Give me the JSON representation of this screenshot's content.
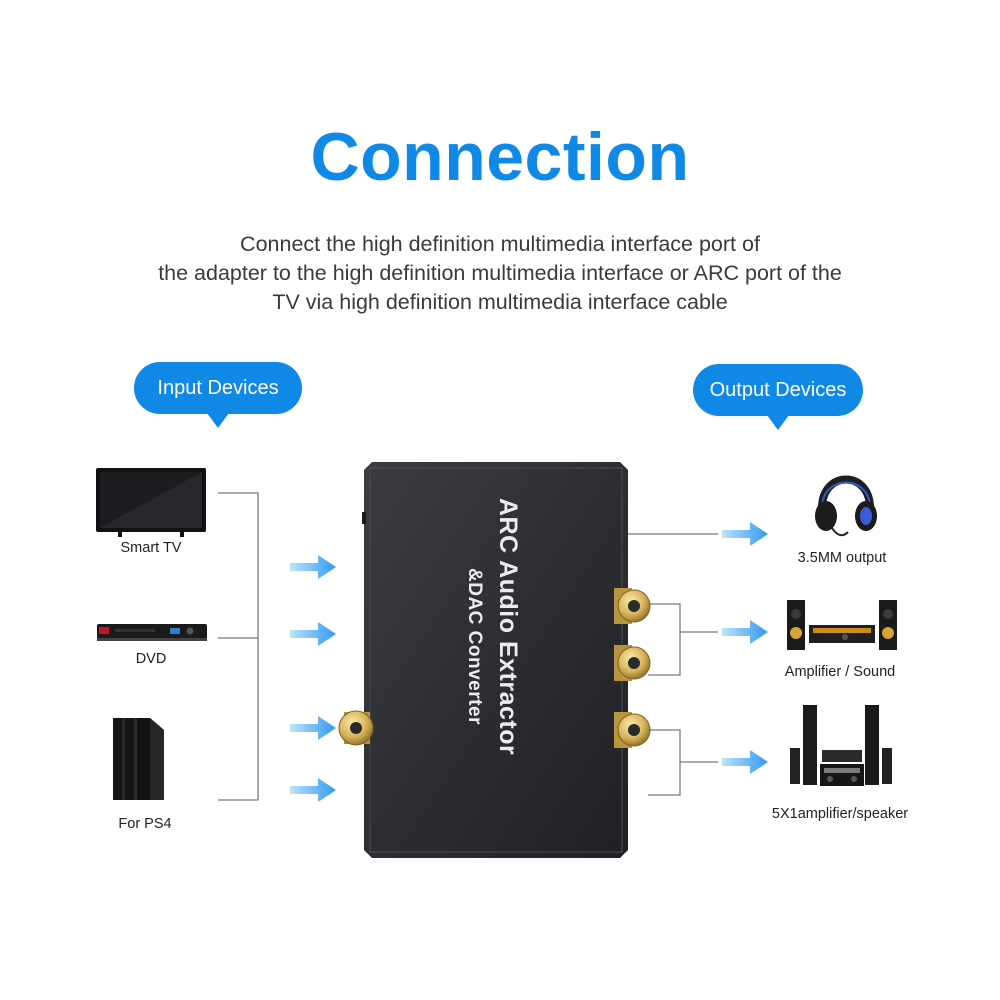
{
  "title": "Connection",
  "description": [
    "Connect the high definition multimedia interface port of",
    "the adapter to the high definition multimedia interface or ARC port of the",
    "TV via high definition multimedia interface cable"
  ],
  "input_label": "Input Devices",
  "output_label": "Output Devices",
  "inputs": [
    {
      "label": "Smart TV",
      "icon": "smart-tv"
    },
    {
      "label": "DVD",
      "icon": "dvd-player"
    },
    {
      "label": "For PS4",
      "icon": "ps4-console"
    }
  ],
  "outputs": [
    {
      "label": "3.5MM output",
      "icon": "headphones"
    },
    {
      "label": "Amplifier / Sound",
      "icon": "amplifier-speakers"
    },
    {
      "label": "5X1amplifier/speaker",
      "icon": "surround-speaker-system"
    }
  ],
  "device": {
    "line1": "ARC Audio Extractor",
    "line2": "&DAC Converter"
  },
  "colors": {
    "accent": "#0f88e6",
    "arrow": "#3aa3f0",
    "device_body": "#2b2d31",
    "connector_gold": "#d6b35a",
    "line": "#7a7a7a"
  }
}
